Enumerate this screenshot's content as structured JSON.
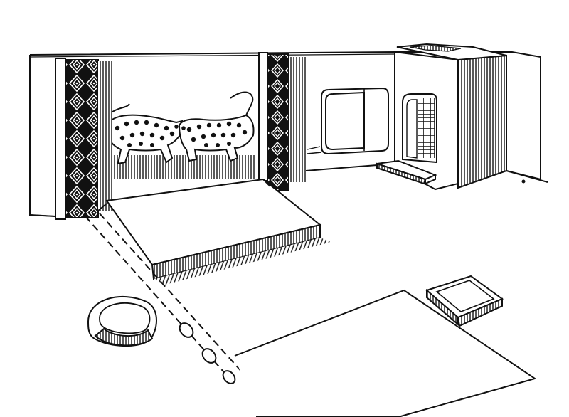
{
  "illustration": {
    "style": "black-ink line drawing, white background",
    "colors": {
      "ink": "#111111",
      "paper": "#ffffff"
    },
    "elements": [
      "back-wall",
      "leopard-relief-pair",
      "left-pilaster-lozenge",
      "center-pilaster-lozenge",
      "doorway-opening",
      "side-room-block",
      "latticed-doorway",
      "doorway-step",
      "raised-platform",
      "dashed-floor-channel",
      "round-hearth",
      "square-hearth",
      "foreground-platform"
    ]
  }
}
